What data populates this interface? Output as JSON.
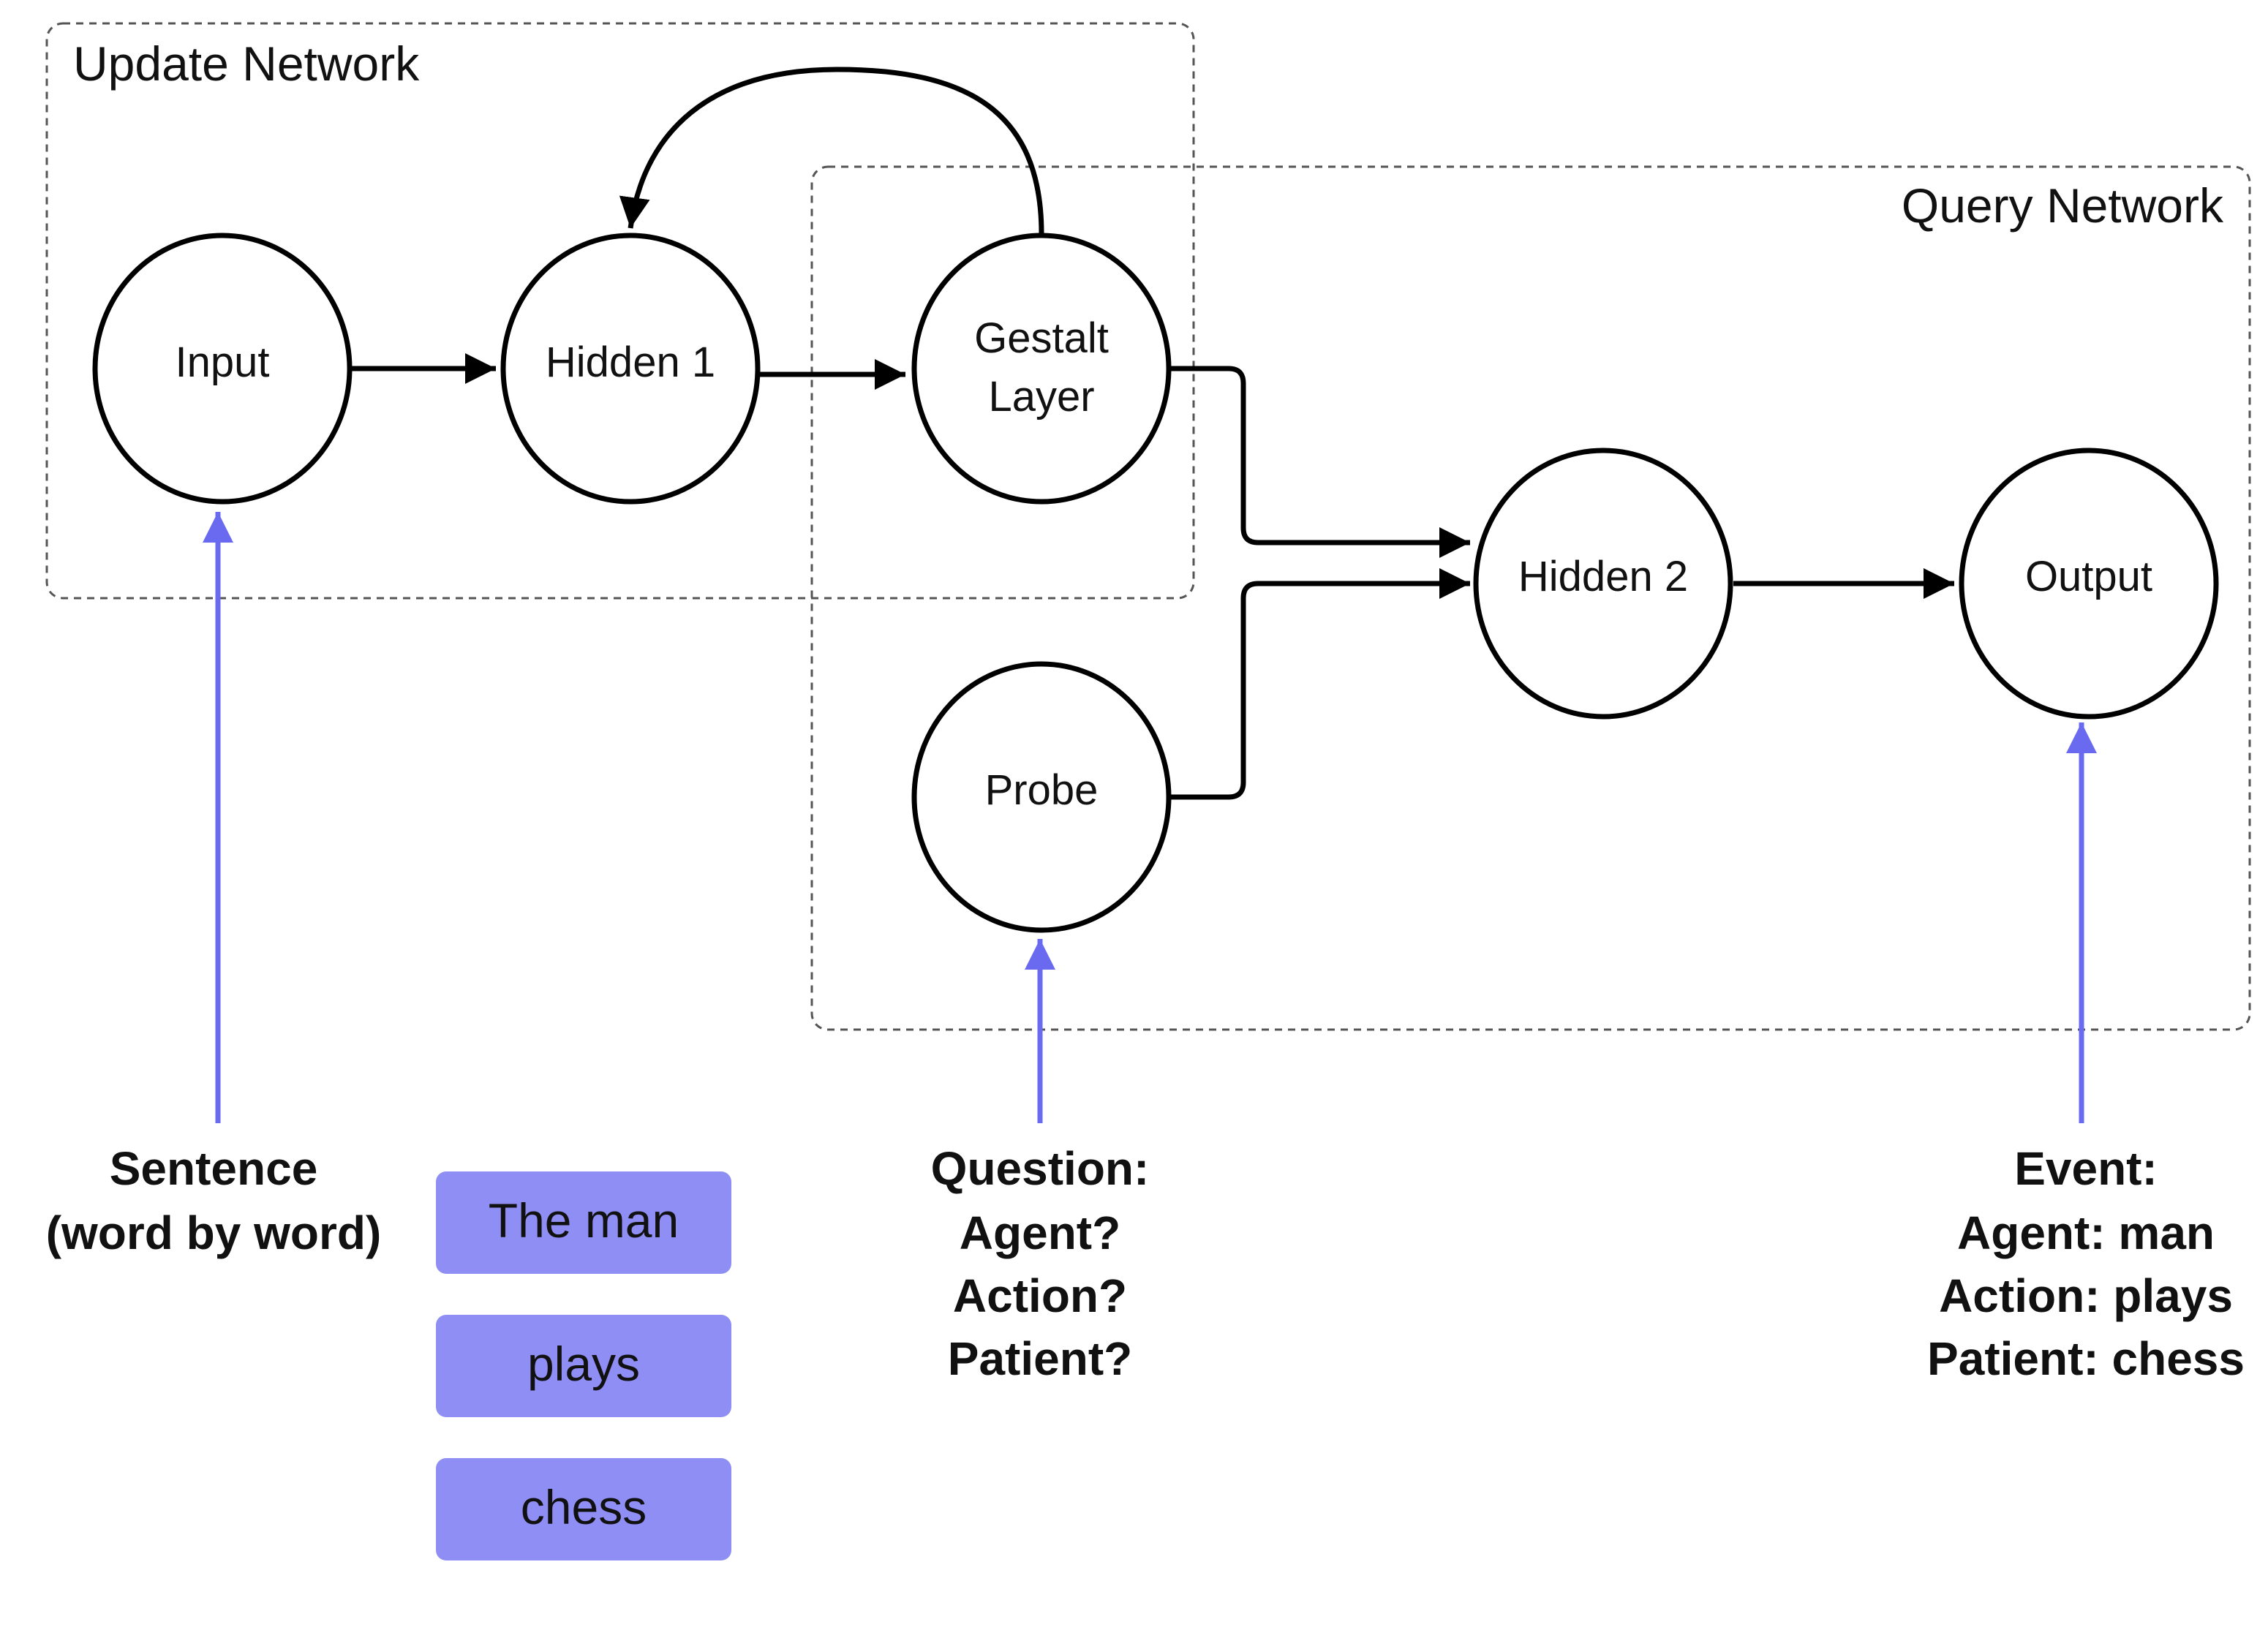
{
  "regions": {
    "update": {
      "label": "Update Network"
    },
    "query": {
      "label": "Query Network"
    }
  },
  "nodes": {
    "input": {
      "line1": "Input",
      "line2": ""
    },
    "hidden1": {
      "line1": "Hidden 1",
      "line2": ""
    },
    "gestalt": {
      "line1": "Gestalt",
      "line2": "Layer"
    },
    "probe": {
      "line1": "Probe",
      "line2": ""
    },
    "hidden2": {
      "line1": "Hidden 2",
      "line2": ""
    },
    "output": {
      "line1": "Output",
      "line2": ""
    }
  },
  "inputs": {
    "sentence": {
      "lines": [
        "Sentence",
        "(word by word)"
      ]
    },
    "question": {
      "lines": [
        "Question:",
        "Agent?",
        "Action?",
        "Patient?"
      ]
    },
    "event": {
      "lines": [
        "Event:",
        "Agent: man",
        "Action: plays",
        "Patient: chess"
      ]
    }
  },
  "words": [
    "The man",
    "plays",
    "chess"
  ],
  "colors": {
    "stroke": "#000000",
    "input_arrow": "#6a6af0",
    "word_box": "#8e8ef4",
    "dashed_border": "#555555"
  }
}
